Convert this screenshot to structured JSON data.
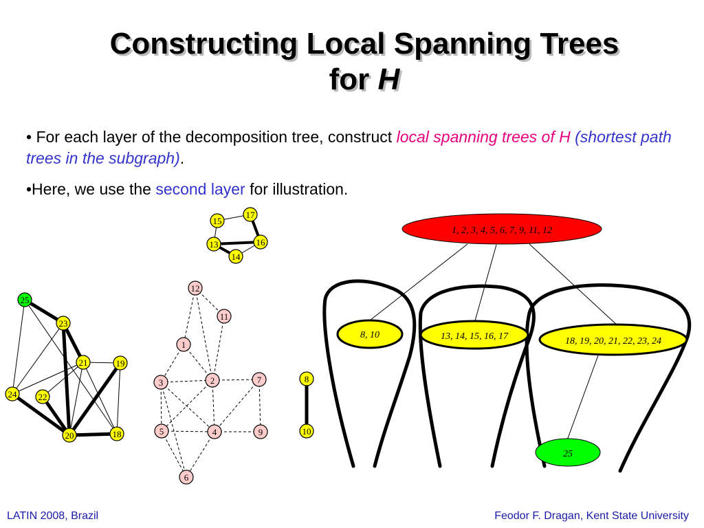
{
  "title": {
    "line1": "Constructing Local Spanning Trees",
    "line2_prefix": "for ",
    "line2_italic": "H"
  },
  "bullets": {
    "b1_prefix": "• For each layer of the decomposition tree, construct ",
    "b1_red": "local spanning trees of H",
    "b1_blue": " (shortest path trees in the subgraph)",
    "b1_end": ".",
    "b2_prefix": "•Here, we use the ",
    "b2_blue": "second layer",
    "b2_suffix": " for illustration."
  },
  "decomposition_tree": {
    "root": "1, 2, 3, 4, 5, 6, 7, 9, 11, 12",
    "children": [
      "8, 10",
      "13, 14, 15, 16, 17",
      "18, 19, 20, 21, 22, 23, 24"
    ],
    "leaf": "25"
  },
  "graphs": {
    "pentagon": [
      "15",
      "17",
      "13",
      "16",
      "14"
    ],
    "left": [
      "25",
      "23",
      "21",
      "19",
      "24",
      "22",
      "20",
      "18"
    ],
    "middle": [
      "12",
      "11",
      "1",
      "3",
      "2",
      "7",
      "5",
      "4",
      "9",
      "6"
    ],
    "pair": [
      "8",
      "10"
    ]
  },
  "colors": {
    "root_fill": "#ff0000",
    "child_fill": "#ffff00",
    "leaf_fill": "#00ff00",
    "pink_node": "#ffcccc",
    "title_shadow": "#b9b9b9",
    "accent_red": "#e6007e",
    "accent_blue": "#3333cc",
    "footer": "#1a1aa6"
  },
  "footer": {
    "left": "LATIN 2008, Brazil",
    "right": "Feodor F. Dragan,  Kent State University"
  }
}
